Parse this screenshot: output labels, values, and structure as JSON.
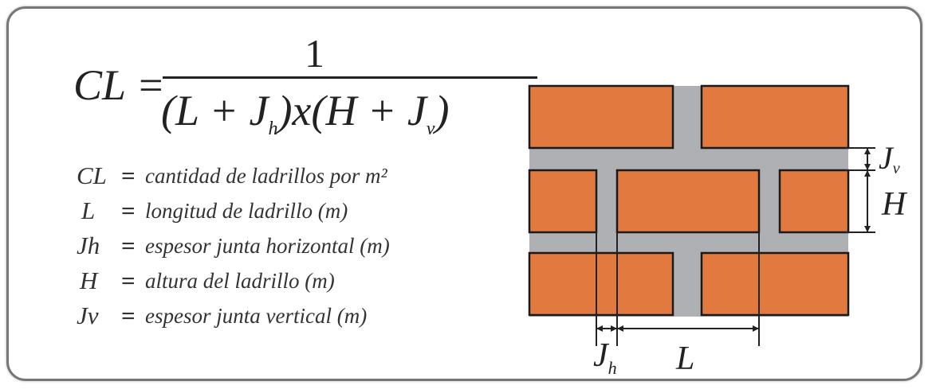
{
  "formula": {
    "lhs": "CL =",
    "numerator": "1",
    "denominator_prefix": "(L + J",
    "denominator_sub1": "h",
    "denominator_mid": ")x(H + J",
    "denominator_sub2": "v",
    "denominator_suffix": ")"
  },
  "legend": [
    {
      "symbol": "CL",
      "eq": "=",
      "definition": "cantidad de ladrillos por m²"
    },
    {
      "symbol": "L",
      "eq": "=",
      "definition": "longitud de ladrillo (m)"
    },
    {
      "symbol": "Jh",
      "eq": "=",
      "definition": "espesor junta horizontal (m)"
    },
    {
      "symbol": "H",
      "eq": "=",
      "definition": "altura del ladrillo (m)"
    },
    {
      "symbol": "Jv",
      "eq": "=",
      "definition": "espesor junta vertical (m)"
    }
  ],
  "diagram": {
    "labels": {
      "jv_main": "J",
      "jv_sub": "v",
      "h": "H",
      "jh_main": "J",
      "jh_sub": "h",
      "l": "L"
    },
    "colors": {
      "brick": "#e27a40",
      "mortar": "#aeb0b4",
      "outline": "#1a1a1a"
    }
  }
}
